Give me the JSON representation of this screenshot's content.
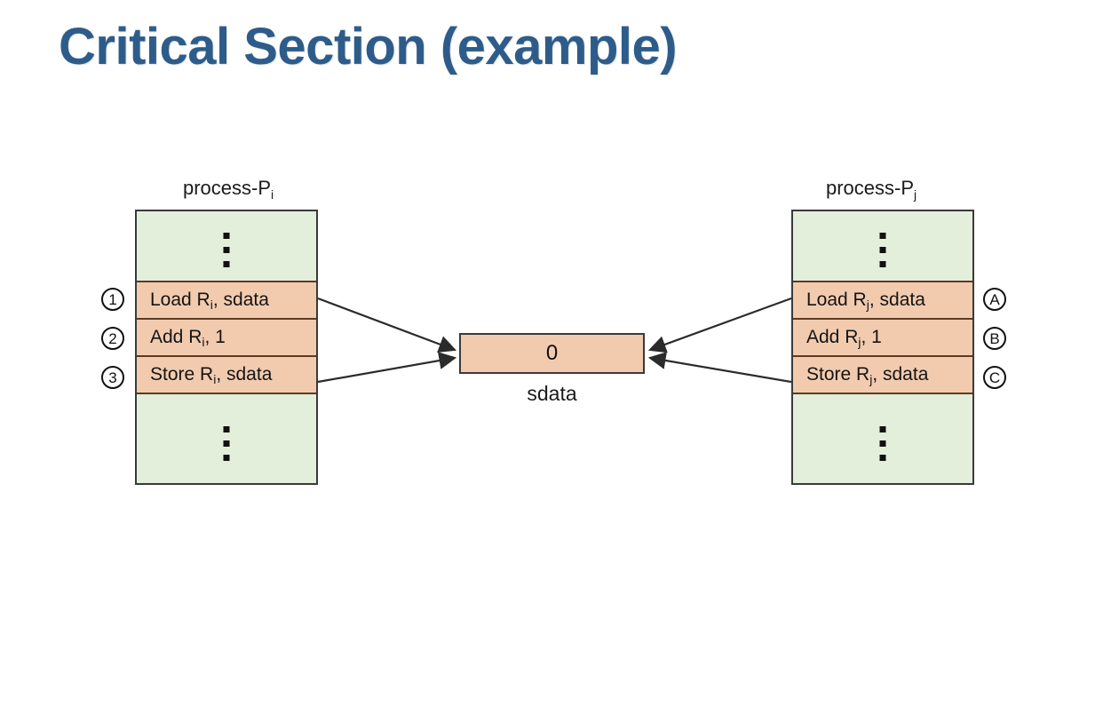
{
  "slide": {
    "title": "Critical Section (example)",
    "title_color": "#2e5c8a",
    "background": "#ffffff"
  },
  "colors": {
    "box_fill_idle": "#e3eedb",
    "box_fill_critical": "#f2cbaf",
    "box_border": "#3a3a3a",
    "row_border": "#5c3b22",
    "text": "#111111",
    "arrow": "#2b2b2b"
  },
  "processes": [
    {
      "id": "left",
      "label_prefix": "process-P",
      "label_subscript": "i",
      "top_ellipsis": "vertical-ellipsis",
      "bottom_ellipsis": "vertical-ellipsis",
      "markers_side": "left",
      "instructions": [
        {
          "marker": "1",
          "op": "Load R",
          "reg_sub": "i",
          "operands": " , sdata"
        },
        {
          "marker": "2",
          "op": "Add R",
          "reg_sub": "i",
          "operands": ", 1"
        },
        {
          "marker": "3",
          "op": "Store R",
          "reg_sub": "i",
          "operands": ", sdata"
        }
      ]
    },
    {
      "id": "right",
      "label_prefix": "process-P",
      "label_subscript": "j",
      "top_ellipsis": "vertical-ellipsis",
      "bottom_ellipsis": "vertical-ellipsis",
      "markers_side": "right",
      "instructions": [
        {
          "marker": "A",
          "op": "Load R",
          "reg_sub": "j",
          "operands": ", sdata"
        },
        {
          "marker": "B",
          "op": "Add R",
          "reg_sub": "j",
          "operands": ", 1"
        },
        {
          "marker": "C",
          "op": "Store R",
          "reg_sub": "j",
          "operands": ", sdata"
        }
      ]
    }
  ],
  "shared_data": {
    "value": "0",
    "label": "sdata"
  },
  "arrows": [
    {
      "from": "left-load-row",
      "to": "sdata-box",
      "direction": "right"
    },
    {
      "from": "left-store-row",
      "to": "sdata-box",
      "direction": "right"
    },
    {
      "from": "right-load-row",
      "to": "sdata-box",
      "direction": "left"
    },
    {
      "from": "right-store-row",
      "to": "sdata-box",
      "direction": "left"
    }
  ]
}
